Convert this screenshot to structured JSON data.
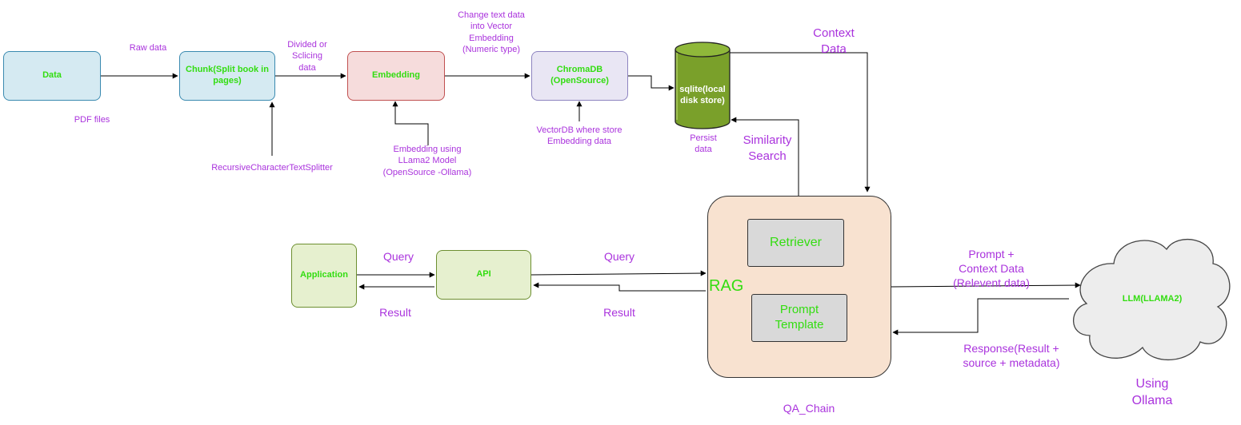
{
  "nodes": {
    "data": "Data",
    "chunk": "Chunk(Split book in pages)",
    "embedding": "Embedding",
    "chromadb": "ChromaDB (OpenSource)",
    "sqlite": "sqlite(local disk store)",
    "rag": "RAG",
    "retriever": "Retriever",
    "prompt_template": "Prompt Template",
    "application": "Application",
    "api": "API",
    "llm": "LLM(LLAMA2)"
  },
  "labels": {
    "raw_data": "Raw data",
    "pdf_files": "PDF files",
    "divided": "Divided or\nSclicing\ndata",
    "recursive": "RecursiveCharacterTextSplitter",
    "change_text": "Change text data\ninto Vector\nEmbedding\n(Numeric type)",
    "embedding_using": "Embedding using\nLLama2 Model\n(OpenSource -Ollama)",
    "vectordb": "VectorDB where store\nEmbedding data",
    "persist": "Persist\ndata",
    "context_data": "Context\nData",
    "similarity": "Similarity\nSearch",
    "query_left": "Query",
    "query_right": "Query",
    "result_left": "Result",
    "result_right": "Result",
    "prompt_context": "Prompt +\nContext Data\n(Relevent data)",
    "response": "Response(Result +\nsource + metadata)",
    "using_ollama": "Using\nOllama",
    "qa_chain": "QA_Chain"
  },
  "colors": {
    "data_fill": "#d5eaf2",
    "data_stroke": "#3a8ab0",
    "embed_fill": "#f6dcdc",
    "embed_stroke": "#c05050",
    "chroma_fill": "#e9e6f4",
    "chroma_stroke": "#8d84c0",
    "app_fill": "#e6f0cf",
    "app_stroke": "#6d8f30",
    "rag_fill": "#f8e2d0",
    "rag_stroke": "#333333",
    "inner_fill": "#d9d9d9",
    "inner_stroke": "#333333",
    "cloud_fill": "#ededed",
    "cloud_stroke": "#444444",
    "cyl_fill": "#7aa02a",
    "label": "#aa33dd",
    "node_text": "#33dd11"
  }
}
